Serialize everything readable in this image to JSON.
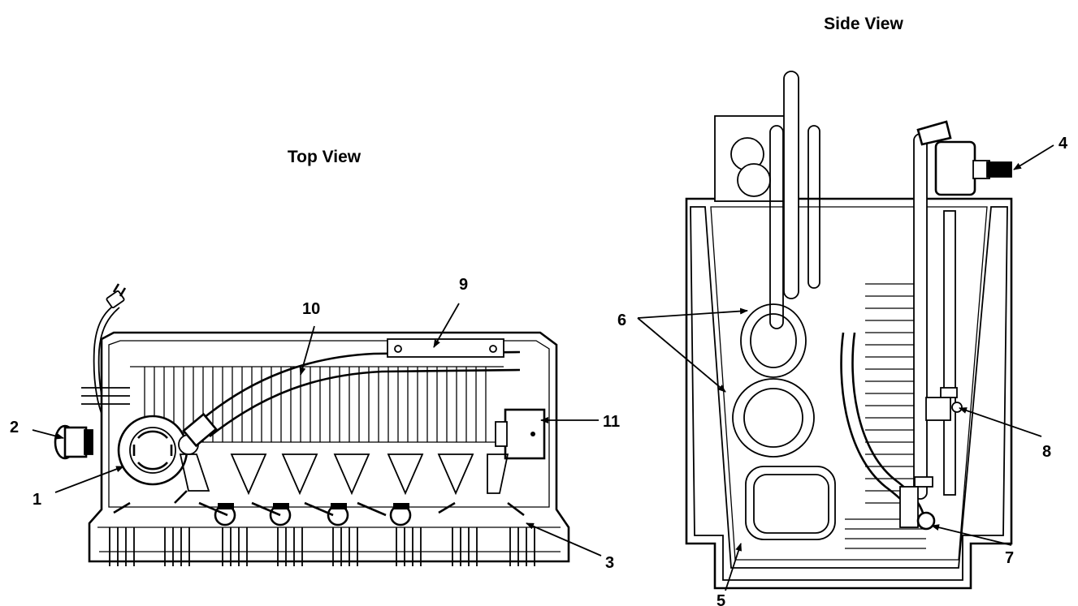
{
  "titles": {
    "top_view": "Top View",
    "side_view": "Side View"
  },
  "callouts": {
    "c1": "1",
    "c2": "2",
    "c3": "3",
    "c4": "4",
    "c5": "5",
    "c6": "6",
    "c7": "7",
    "c8": "8",
    "c9": "9",
    "c10": "10",
    "c11": "11"
  }
}
